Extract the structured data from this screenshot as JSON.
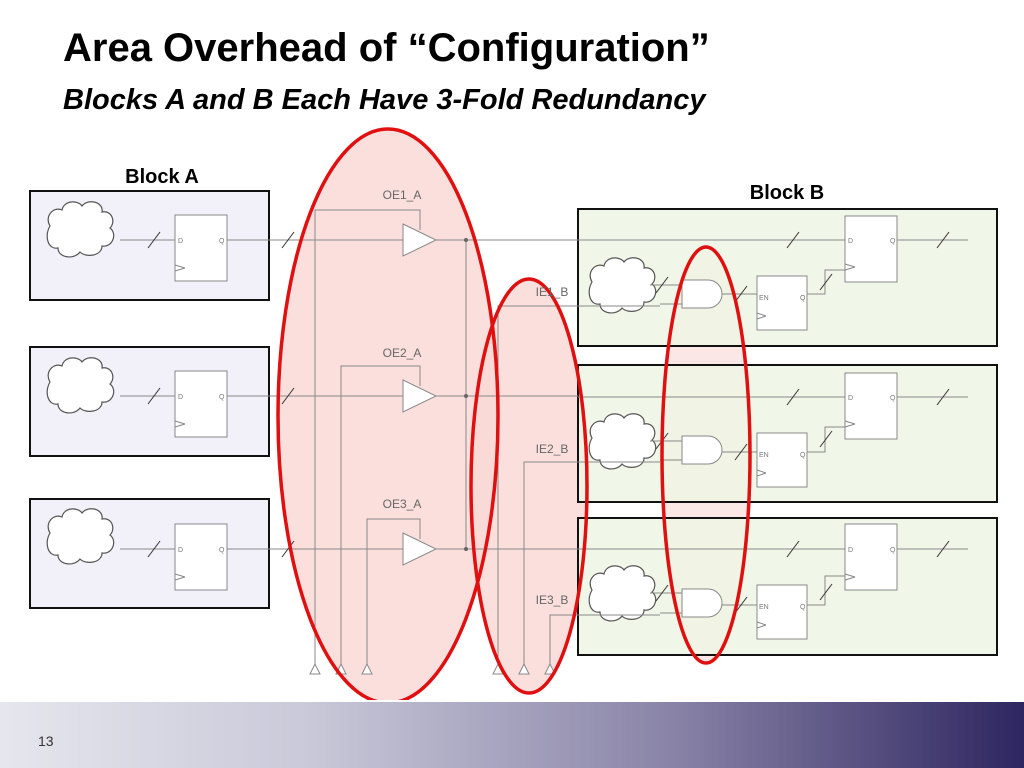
{
  "slide": {
    "title": "Area Overhead of “Configuration”",
    "subtitle": "Blocks A and B Each Have 3-Fold Redundancy",
    "page_number": "13"
  },
  "diagram": {
    "block_a_label": "Block A",
    "block_b_label": "Block B",
    "oe_labels": [
      "OE1_A",
      "OE2_A",
      "OE3_A"
    ],
    "ie_labels": [
      "IE1_B",
      "IE2_B",
      "IE3_B"
    ],
    "ff_d_label": "D",
    "ff_q_label": "Q",
    "en_label": "EN",
    "colors": {
      "block_a_fill": "#f2f0f8",
      "block_b_fill": "#eef6e4",
      "highlight_fill": "#f9d9d6",
      "highlight_stroke": "#e01010",
      "wire": "#888888",
      "footer_dark": "#2e2660"
    }
  }
}
